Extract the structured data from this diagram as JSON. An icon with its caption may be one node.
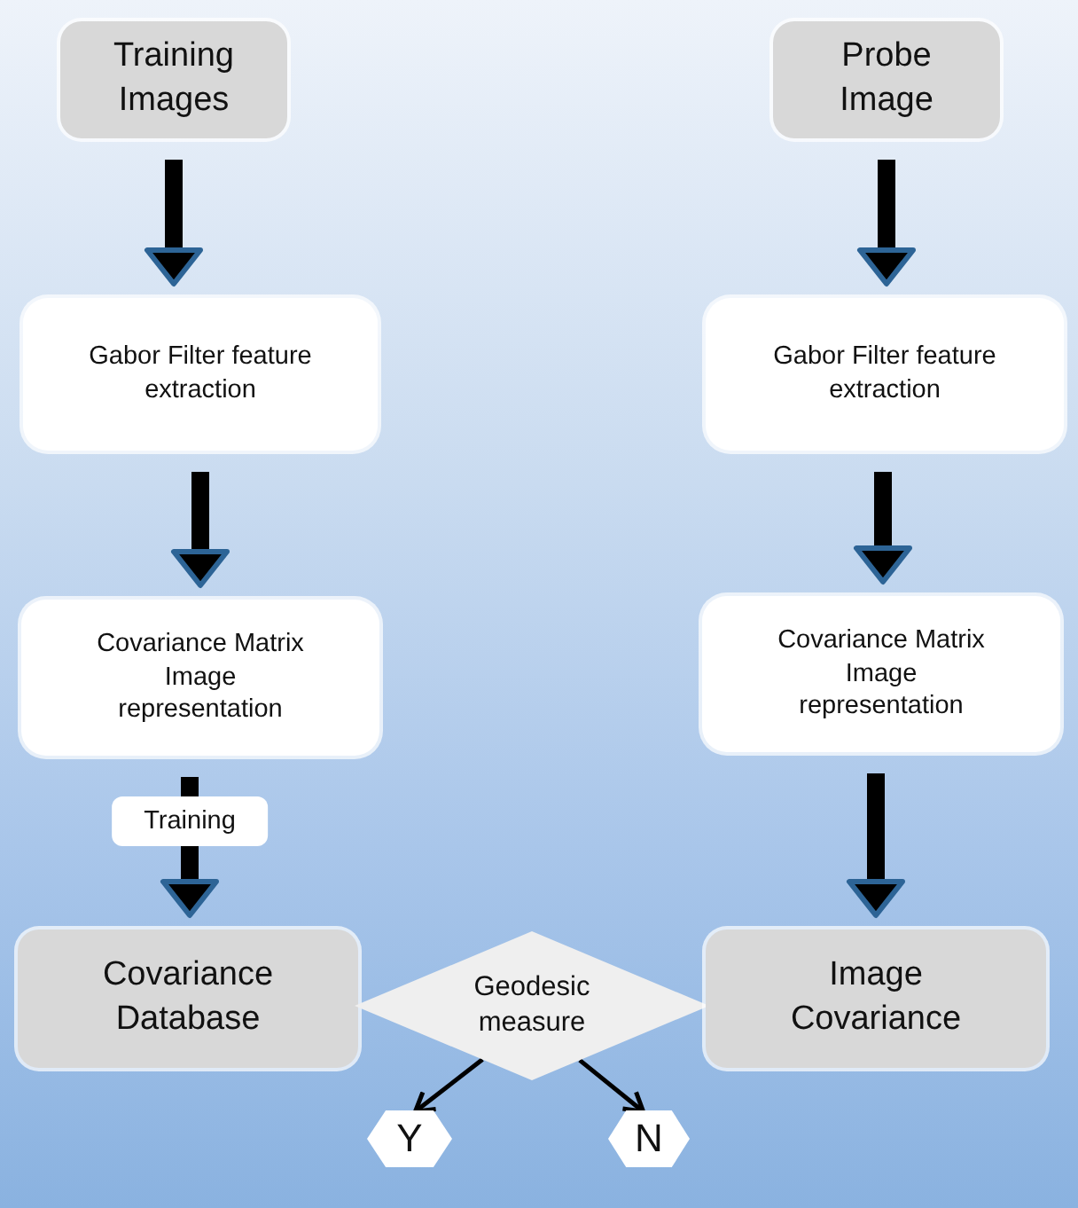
{
  "diagram": {
    "nodes": [
      {
        "text": [
          "Training Images"
        ]
      },
      {
        "text": [
          "Probe Image"
        ]
      },
      {
        "text": [
          "Gabor Filter feature extraction"
        ]
      },
      {
        "text": [
          "Gabor Filter feature extraction"
        ]
      },
      {
        "text": [
          "Covariance Matrix Image representation"
        ]
      },
      {
        "text": [
          "Covariance Matrix Image representation"
        ]
      },
      {
        "text": [
          "Covariance Database"
        ]
      },
      {
        "text": [
          "Geodesic measure"
        ]
      },
      {
        "text": [
          "Image Covariance"
        ]
      },
      {
        "text": [
          "Y"
        ]
      },
      {
        "text": [
          "N"
        ]
      }
    ],
    "edges": [
      {
        "from": 0,
        "to": 2,
        "arrow": "to"
      },
      {
        "from": 2,
        "to": 4,
        "arrow": "to"
      },
      {
        "from": 4,
        "to": 6,
        "arrow": "to",
        "label": "Training"
      },
      {
        "from": 1,
        "to": 3,
        "arrow": "to"
      },
      {
        "from": 3,
        "to": 5,
        "arrow": "to"
      },
      {
        "from": 5,
        "to": 8,
        "arrow": "to"
      },
      {
        "from": 7,
        "to": 9,
        "arrow": "to"
      },
      {
        "from": 7,
        "to": 10,
        "arrow": "to"
      }
    ]
  }
}
